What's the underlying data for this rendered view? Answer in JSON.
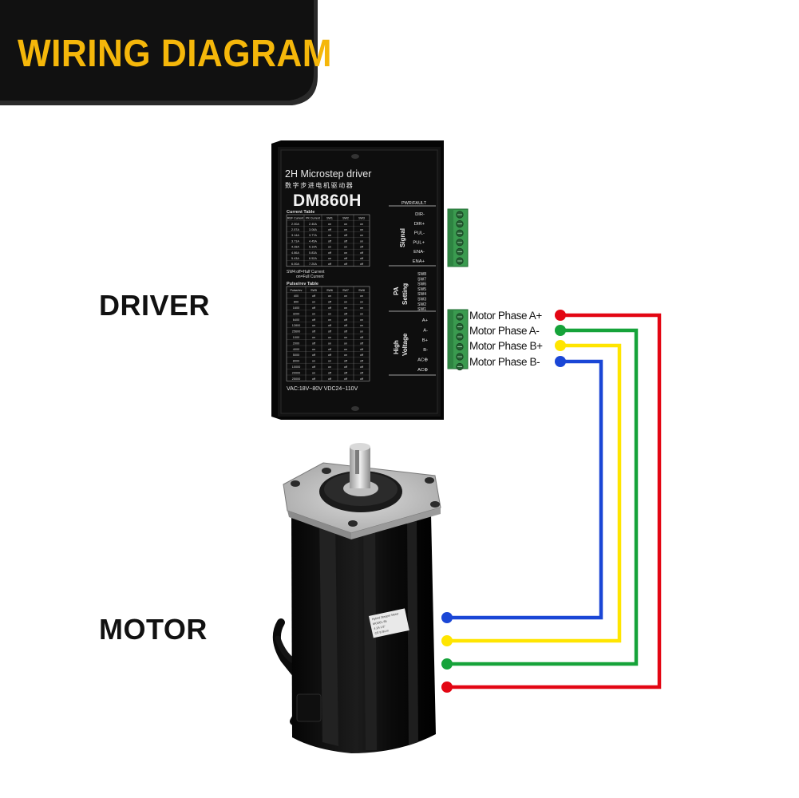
{
  "header": {
    "title": "WIRING DIAGRAM"
  },
  "labels": {
    "driver": "DRIVER",
    "motor": "MOTOR"
  },
  "driver": {
    "brand_line": "2H Microstep driver",
    "chinese_line": "数字步进电机驱动器",
    "model": "DM860H",
    "current_table_title": "Current Table",
    "current_table_headers": [
      "REF Current",
      "PK Current",
      "SW1",
      "SW2",
      "SW3"
    ],
    "current_table_rows": [
      [
        "2.00A",
        "2.40A",
        "on",
        "on",
        "on"
      ],
      [
        "2.57A",
        "3.08A",
        "off",
        "on",
        "on"
      ],
      [
        "3.14A",
        "3.77A",
        "on",
        "off",
        "on"
      ],
      [
        "3.71A",
        "4.45A",
        "off",
        "off",
        "on"
      ],
      [
        "4.28A",
        "5.14A",
        "on",
        "on",
        "off"
      ],
      [
        "4.86A",
        "5.83A",
        "off",
        "on",
        "off"
      ],
      [
        "5.43A",
        "6.52A",
        "on",
        "off",
        "off"
      ],
      [
        "6.00A",
        "7.20A",
        "off",
        "off",
        "off"
      ]
    ],
    "sw4_note_1": "SW4:off=Half Current",
    "sw4_note_2": "on=Full Current",
    "pulse_table_title": "Pulse/rev Table",
    "pulse_table_headers": [
      "Pulse/rev",
      "SW5",
      "SW6",
      "SW7",
      "SW8"
    ],
    "pulse_table_rows": [
      [
        "400",
        "off",
        "on",
        "on",
        "on"
      ],
      [
        "800",
        "on",
        "off",
        "on",
        "on"
      ],
      [
        "1600",
        "off",
        "off",
        "on",
        "on"
      ],
      [
        "3200",
        "on",
        "on",
        "off",
        "on"
      ],
      [
        "6400",
        "off",
        "on",
        "off",
        "on"
      ],
      [
        "12800",
        "on",
        "off",
        "off",
        "on"
      ],
      [
        "25600",
        "off",
        "off",
        "off",
        "on"
      ],
      [
        "1000",
        "on",
        "on",
        "on",
        "off"
      ],
      [
        "2000",
        "off",
        "on",
        "on",
        "off"
      ],
      [
        "4000",
        "on",
        "off",
        "on",
        "off"
      ],
      [
        "5000",
        "off",
        "off",
        "on",
        "off"
      ],
      [
        "8000",
        "on",
        "on",
        "off",
        "off"
      ],
      [
        "10000",
        "off",
        "on",
        "off",
        "off"
      ],
      [
        "20000",
        "on",
        "off",
        "off",
        "off"
      ],
      [
        "25000",
        "off",
        "off",
        "off",
        "off"
      ]
    ],
    "voltage_rating": "VAC:18V~80V  VDC24~110V",
    "pwr_fault": "PWR/FAULT",
    "signal_group": "Signal",
    "signal_pins": [
      "DIR-",
      "DIR+",
      "PUL-",
      "PUL+",
      "ENA-",
      "ENA+"
    ],
    "pa_group_1": "PA",
    "pa_group_2": "Setting",
    "sw_labels": [
      "SW8",
      "SW7",
      "SW6",
      "SW5",
      "SW4",
      "SW3",
      "SW2",
      "SW1"
    ],
    "hv_group_1": "High",
    "hv_group_2": "Voltage",
    "hv_pins": [
      "A+",
      "A-",
      "B+",
      "B-",
      "AC⊕",
      "AC⊕"
    ]
  },
  "wires": [
    {
      "label": "Motor Phase A+",
      "color": "#e30613"
    },
    {
      "label": "Motor Phase A-",
      "color": "#16a33a"
    },
    {
      "label": "Motor Phase B+",
      "color": "#ffe500"
    },
    {
      "label": "Motor Phase B-",
      "color": "#1a46d6"
    }
  ],
  "motor": {
    "sticker_lines": [
      "Hybrid Stepper Motor",
      "MODEL 86",
      "4.2A  1.8°",
      "CE  8.5N.m"
    ]
  }
}
